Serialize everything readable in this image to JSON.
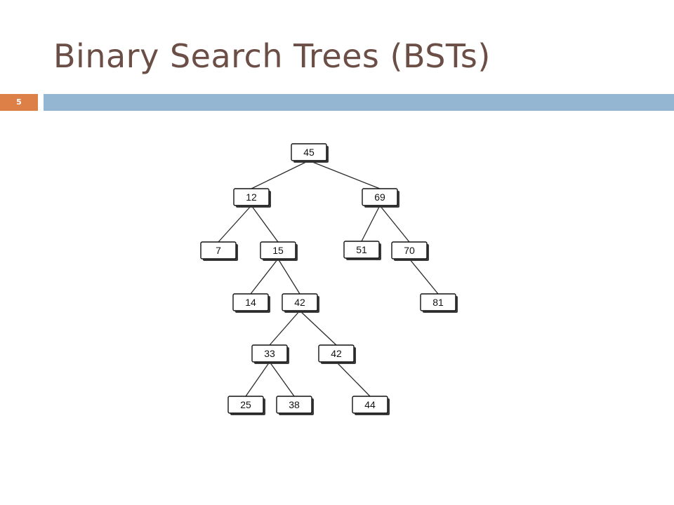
{
  "slide": {
    "title": "Binary Search Trees (BSTs)",
    "number": "5",
    "colors": {
      "title": "#6b4e45",
      "number_badge": "#dd8047",
      "accent_bar": "#94b6d2"
    }
  },
  "tree": {
    "nodes": [
      {
        "id": "n45",
        "label": "45"
      },
      {
        "id": "n12",
        "label": "12"
      },
      {
        "id": "n69",
        "label": "69"
      },
      {
        "id": "n7",
        "label": "7"
      },
      {
        "id": "n15",
        "label": "15"
      },
      {
        "id": "n51",
        "label": "51"
      },
      {
        "id": "n70",
        "label": "70"
      },
      {
        "id": "n14",
        "label": "14"
      },
      {
        "id": "n42a",
        "label": "42"
      },
      {
        "id": "n81",
        "label": "81"
      },
      {
        "id": "n33",
        "label": "33"
      },
      {
        "id": "n42b",
        "label": "42"
      },
      {
        "id": "n25",
        "label": "25"
      },
      {
        "id": "n38",
        "label": "38"
      },
      {
        "id": "n44",
        "label": "44"
      }
    ],
    "edges": [
      [
        "n45",
        "n12"
      ],
      [
        "n45",
        "n69"
      ],
      [
        "n12",
        "n7"
      ],
      [
        "n12",
        "n15"
      ],
      [
        "n69",
        "n51"
      ],
      [
        "n69",
        "n70"
      ],
      [
        "n15",
        "n14"
      ],
      [
        "n15",
        "n42a"
      ],
      [
        "n70",
        "n81"
      ],
      [
        "n42a",
        "n33"
      ],
      [
        "n42a",
        "n42b"
      ],
      [
        "n33",
        "n25"
      ],
      [
        "n33",
        "n38"
      ],
      [
        "n42b",
        "n44"
      ]
    ]
  }
}
